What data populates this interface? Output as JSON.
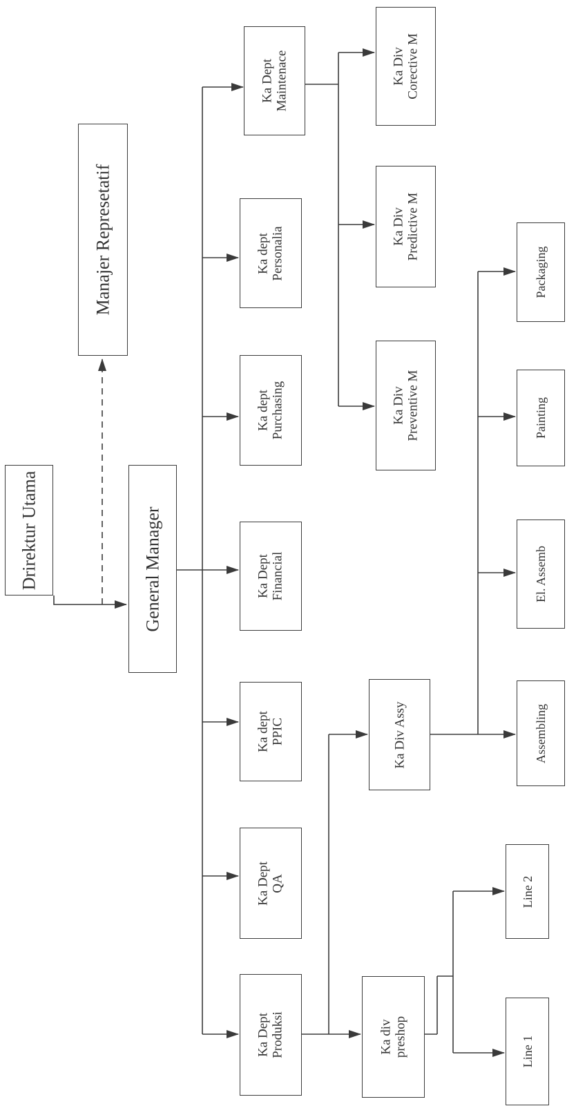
{
  "chart": {
    "direktur": "Drirektur Utama",
    "general_manager": "General Manager",
    "manajer": "Manajer Represetatif",
    "depts": {
      "produksi": [
        "Ka Dept",
        "Produksi"
      ],
      "qa": [
        "Ka Dept",
        "QA"
      ],
      "ppic": [
        "Ka dept",
        "PPIC"
      ],
      "financial": [
        "Ka Dept",
        "Financial"
      ],
      "purchasing": [
        "Ka dept",
        "Purchasing"
      ],
      "personalia": [
        "Ka dept",
        "Personalia"
      ],
      "maintenance": [
        "Ka Dept",
        "Maintenace"
      ]
    },
    "divs": {
      "preshop": [
        "Ka div",
        "preshop"
      ],
      "assy": "Ka Div Assy",
      "preventive": [
        "Ka Div",
        "Preventive M"
      ],
      "predictive": [
        "Ka Div",
        "Predictive M"
      ],
      "corective": [
        "Ka Div",
        "Corective M"
      ]
    },
    "units": {
      "line1": "Line 1",
      "line2": "Line 2",
      "assembling": "Assembling",
      "el_assemb": "El. Assemb",
      "painting": "Painting",
      "packaging": "Packaging"
    }
  }
}
